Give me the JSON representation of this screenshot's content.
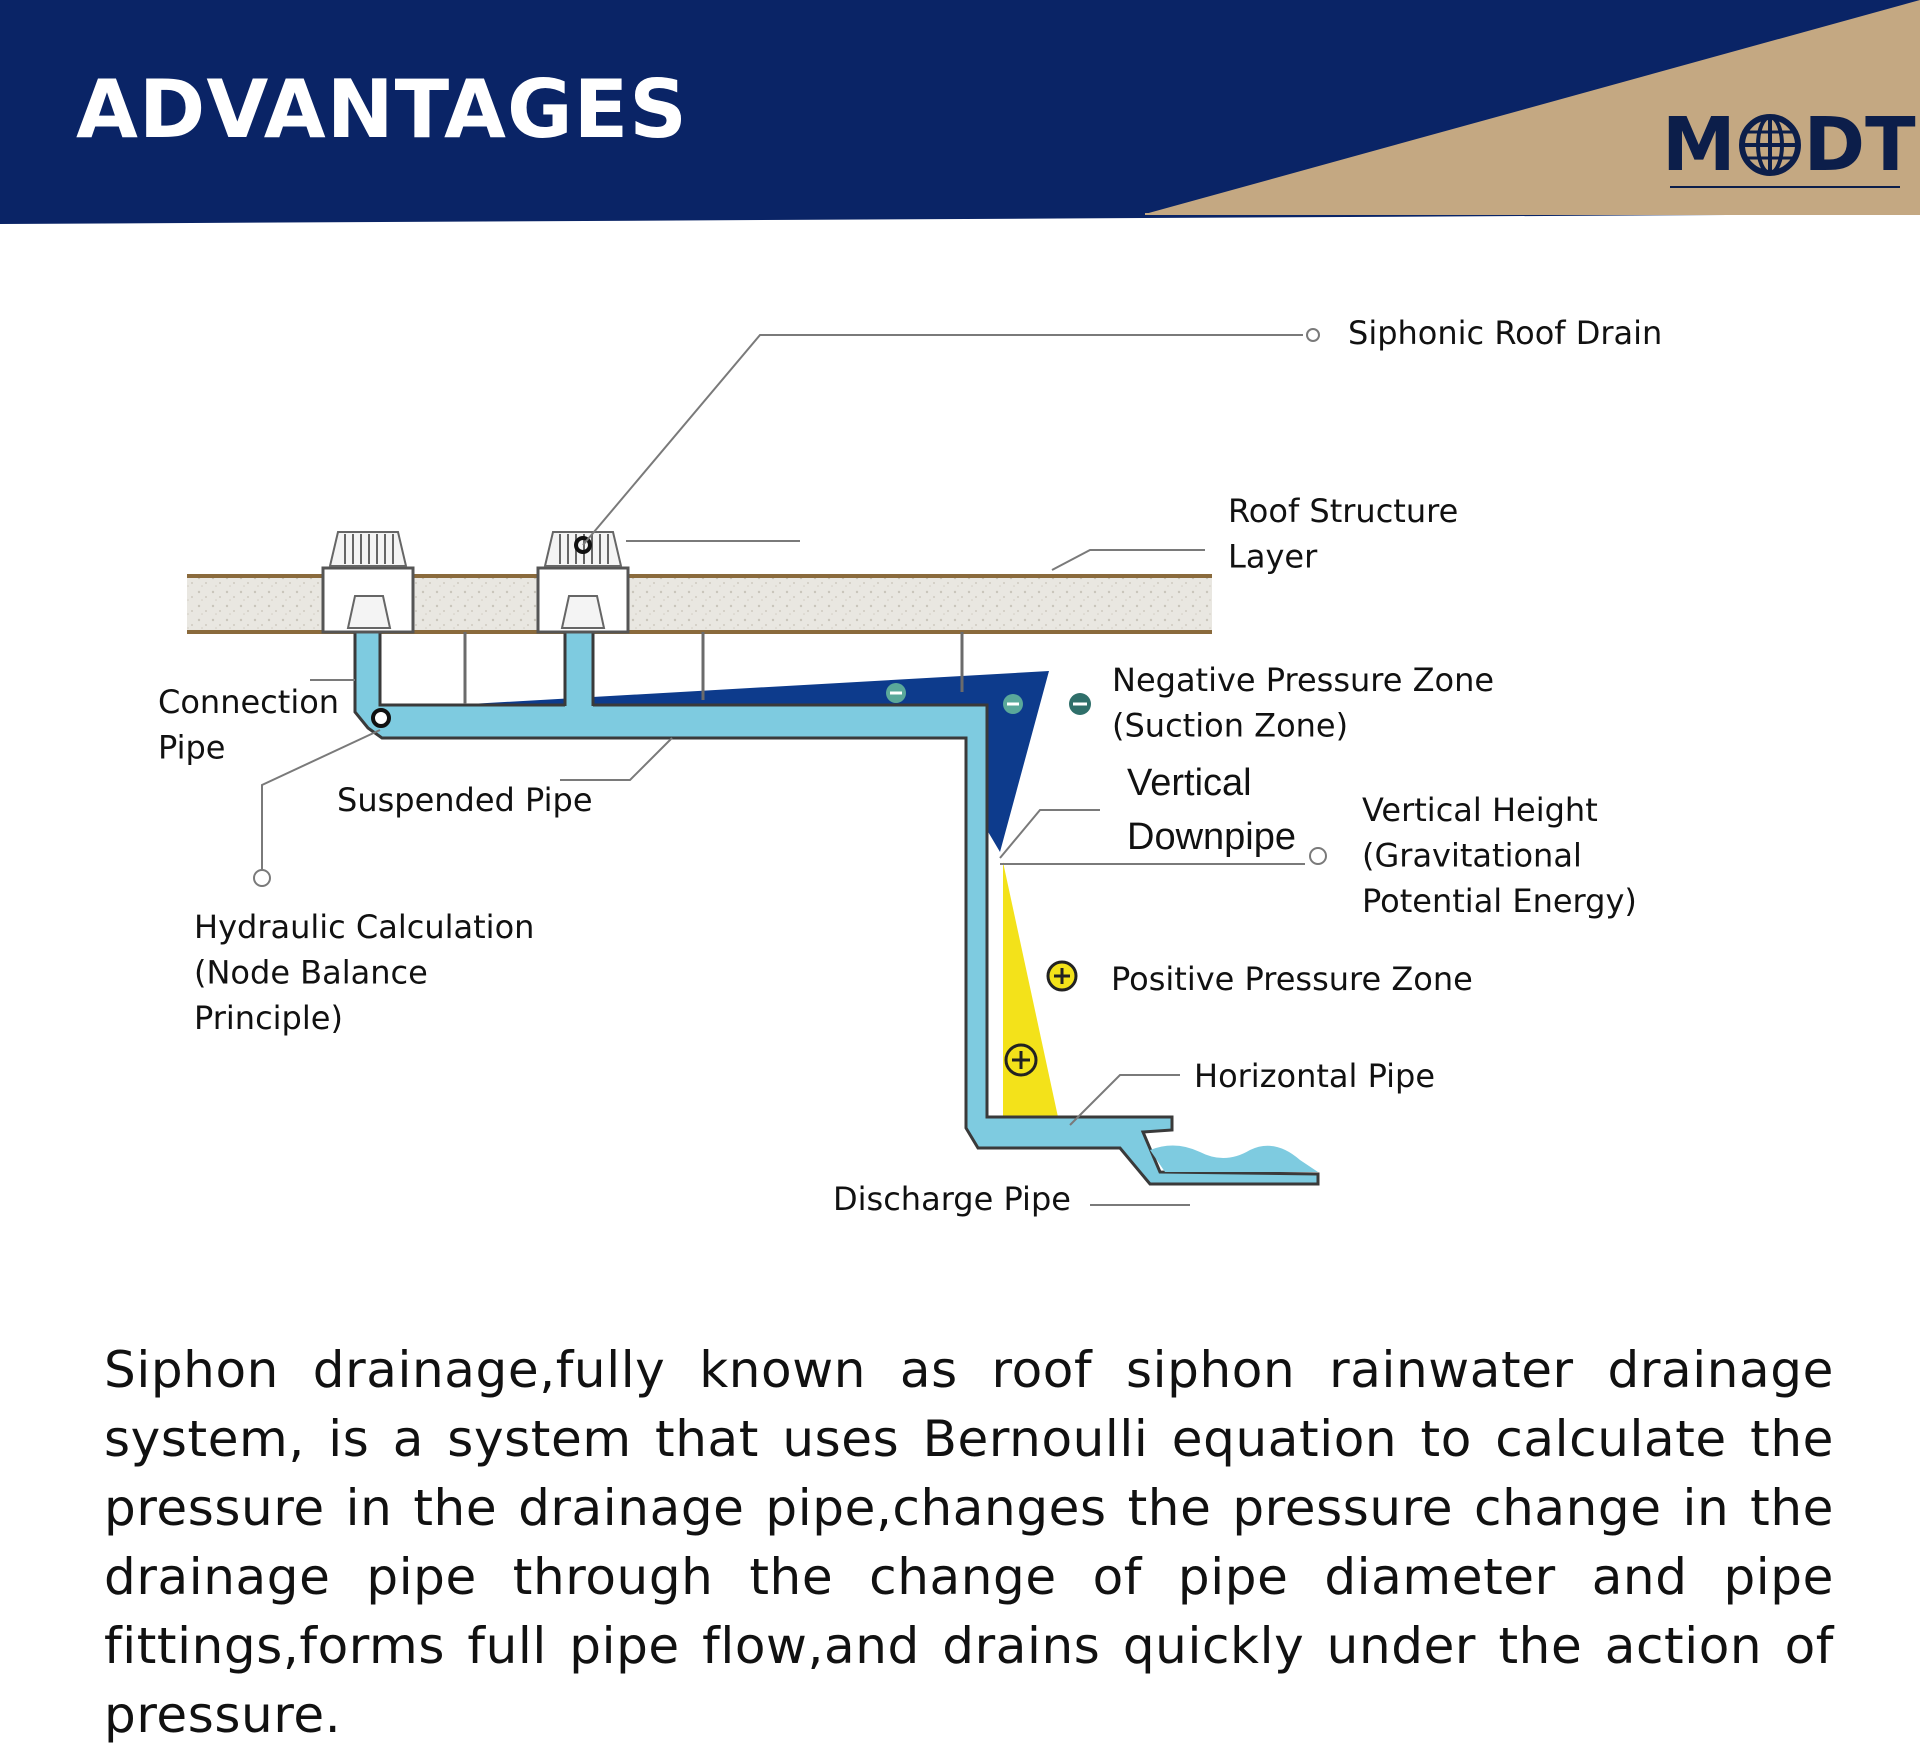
{
  "header": {
    "title": "ADVANTAGES",
    "logo_text_left": "M",
    "logo_text_right": "DT",
    "colors": {
      "navy": "#0a2466",
      "tan": "#c4a882",
      "logo": "#0c1e4a"
    }
  },
  "diagram": {
    "labels": {
      "siphonic_roof_drain": "Siphonic Roof Drain",
      "roof_structure_layer": "Roof Structure\nLayer",
      "connection_pipe": "Connection\nPipe",
      "negative_pressure_zone": "Negative Pressure Zone\n(Suction Zone)",
      "vertical_downpipe": "Vertical\nDownpipe",
      "vertical_height": "Vertical Height\n(Gravitational\nPotential Energy)",
      "suspended_pipe": "Suspended Pipe",
      "hydraulic_calculation": "Hydraulic Calculation\n(Node Balance\nPrinciple)",
      "positive_pressure_zone": "Positive Pressure Zone",
      "horizontal_pipe": "Horizontal Pipe",
      "discharge_pipe": "Discharge Pipe"
    },
    "colors": {
      "pipe_water": "#7ecbe0",
      "negative_zone": "#0d3b8c",
      "positive_zone": "#f3e21a",
      "roof_layer": "#e6e3dc",
      "roof_edge": "#8a6a3c"
    }
  },
  "description": "Siphon drainage,fully known as roof siphon rainwater drainage system, is a system that uses Bernoulli equation to calculate the pressure in the drainage pipe,changes the pressure change in the drainage pipe through the change of pipe diameter and pipe fittings,forms full pipe flow,and drains quickly under the action of pressure."
}
